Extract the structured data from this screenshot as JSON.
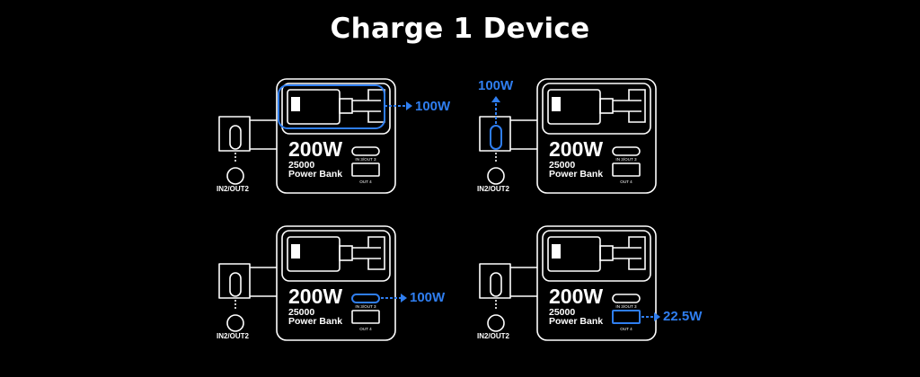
{
  "title": "Charge 1 Device",
  "device": {
    "wattage": "200W",
    "capacity": "25000",
    "name": "Power Bank",
    "port_c3": "IN 3/OUT 3",
    "port_usba": "OUT 4",
    "side_port": "IN2/OUT2"
  },
  "scenarios": [
    {
      "output": "100W",
      "port": "built-in cable"
    },
    {
      "output": "100W",
      "port": "IN2/OUT2"
    },
    {
      "output": "100W",
      "port": "IN 3/OUT 3"
    },
    {
      "output": "22.5W",
      "port": "OUT 4"
    }
  ],
  "colors": {
    "background": "#000000",
    "line": "#ffffff",
    "highlight": "#2f7ef0"
  },
  "icons": [
    "power-bank-icon",
    "usb-c-cable-icon",
    "arrow-right-icon",
    "arrow-up-icon"
  ]
}
